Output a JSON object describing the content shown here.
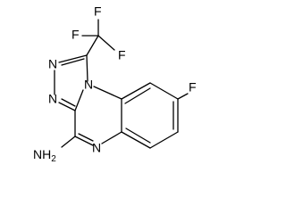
{
  "molecule": {
    "atoms": {
      "f_trifluoromethyl_1": "F",
      "f_trifluoromethyl_2": "F",
      "f_trifluoromethyl_3": "F",
      "f_ring": "F",
      "n_triazole_1": "N",
      "n_triazole_2": "N",
      "n_bridgehead": "N",
      "n_quinoxaline": "N",
      "amine": "NH",
      "amine_subscript": "2"
    }
  }
}
